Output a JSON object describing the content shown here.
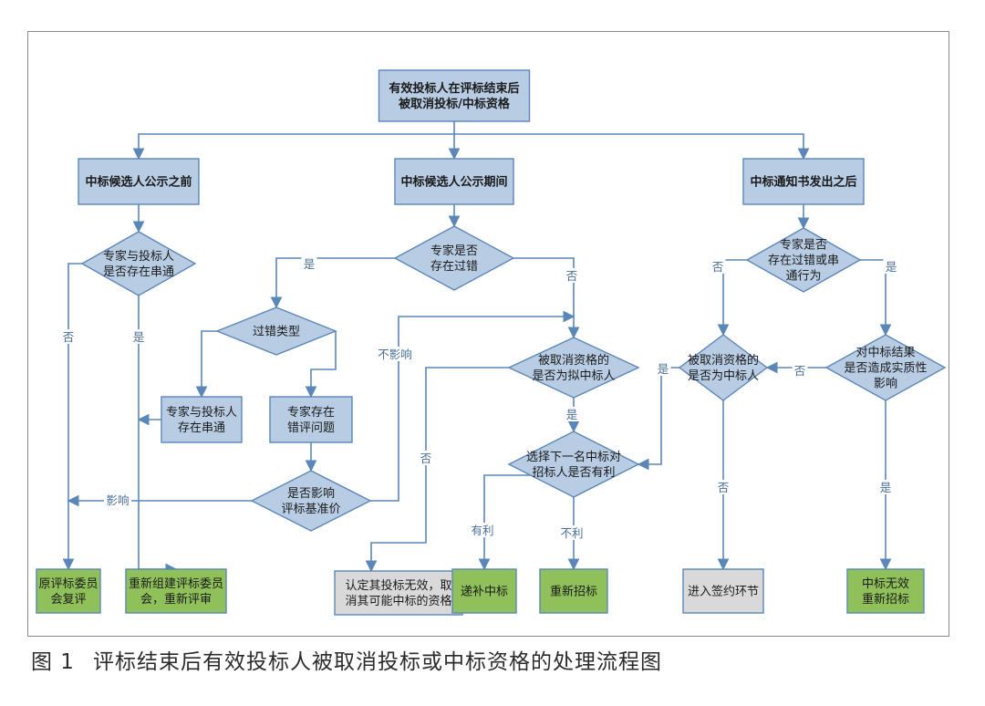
{
  "colors": {
    "box_fill": "#b8cce4",
    "box_stroke": "#5b87b8",
    "green_fill": "#8fc05a",
    "green_stroke": "#5b87b8",
    "gray_fill": "#d9d9d9",
    "line": "#5b87b8",
    "node_text": "#1a1a1a",
    "edge_label": "#4a6e96"
  },
  "nodes": [
    {
      "id": "top",
      "shape": "rect",
      "style": "blue",
      "bold": true,
      "lines": [
        "有效投标人在评标结束后",
        "被取消投标/中标资格"
      ]
    },
    {
      "id": "l1",
      "shape": "rect",
      "style": "blue",
      "bold": true,
      "lines": [
        "中标候选人公示之前"
      ]
    },
    {
      "id": "m1",
      "shape": "rect",
      "style": "blue",
      "bold": true,
      "lines": [
        "中标候选人公示期间"
      ]
    },
    {
      "id": "r1",
      "shape": "rect",
      "style": "blue",
      "bold": true,
      "lines": [
        "中标通知书发出之后"
      ]
    },
    {
      "id": "ld",
      "shape": "diamond",
      "style": "blue",
      "lines": [
        "专家与投标人",
        "是否存在串通"
      ]
    },
    {
      "id": "md",
      "shape": "diamond",
      "style": "blue",
      "lines": [
        "专家是否",
        "存在过错"
      ]
    },
    {
      "id": "rd",
      "shape": "diamond",
      "style": "blue",
      "lines": [
        "专家是否",
        "存在过错或串",
        "通行为"
      ]
    },
    {
      "id": "type",
      "shape": "diamond",
      "style": "blue",
      "lines": [
        "过错类型"
      ]
    },
    {
      "id": "col",
      "shape": "rect",
      "style": "blue",
      "lines": [
        "专家与投标人",
        "存在串通"
      ]
    },
    {
      "id": "err",
      "shape": "rect",
      "style": "blue",
      "lines": [
        "专家存在",
        "错评问题"
      ]
    },
    {
      "id": "aff",
      "shape": "diamond",
      "style": "blue",
      "lines": [
        "是否影响",
        "评标基准价"
      ]
    },
    {
      "id": "cand",
      "shape": "diamond",
      "style": "blue",
      "lines": [
        "被取消资格的",
        "是否为拟中标人"
      ]
    },
    {
      "id": "next",
      "shape": "diamond",
      "style": "blue",
      "lines": [
        "选择下一名中标对",
        "招标人是否有利"
      ]
    },
    {
      "id": "rwin",
      "shape": "diamond",
      "style": "blue",
      "lines": [
        "被取消资格的",
        "是否为中标人"
      ]
    },
    {
      "id": "impact",
      "shape": "diamond",
      "style": "blue",
      "lines": [
        "对中标结果",
        "是否造成实质性",
        "影响"
      ]
    },
    {
      "id": "e1",
      "shape": "rect",
      "style": "green",
      "lines": [
        "原评标委员",
        "会复评"
      ]
    },
    {
      "id": "e2",
      "shape": "rect",
      "style": "green",
      "lines": [
        "重新组建评标委员",
        "会，重新评审"
      ]
    },
    {
      "id": "e3",
      "shape": "rect",
      "style": "gray",
      "lines": [
        "认定其投标无效，取",
        "消其可能中标的资格"
      ]
    },
    {
      "id": "e4",
      "shape": "rect",
      "style": "green",
      "lines": [
        "递补中标"
      ]
    },
    {
      "id": "e5",
      "shape": "rect",
      "style": "green",
      "lines": [
        "重新招标"
      ]
    },
    {
      "id": "e6",
      "shape": "rect",
      "style": "gray",
      "lines": [
        "进入签约环节"
      ]
    },
    {
      "id": "e7",
      "shape": "rect",
      "style": "green",
      "lines": [
        "中标无效",
        "重新招标"
      ]
    }
  ],
  "edge_labels": [
    {
      "id": "lbl-ld-no",
      "text": "否"
    },
    {
      "id": "lbl-ld-yes",
      "text": "是"
    },
    {
      "id": "lbl-md-yes",
      "text": "是"
    },
    {
      "id": "lbl-md-no",
      "text": "否"
    },
    {
      "id": "lbl-noaffect",
      "text": "不影响"
    },
    {
      "id": "lbl-affect",
      "text": "影响"
    },
    {
      "id": "lbl-cand-no",
      "text": "否"
    },
    {
      "id": "lbl-cand-yes",
      "text": "是"
    },
    {
      "id": "lbl-next-fav",
      "text": "有利"
    },
    {
      "id": "lbl-next-unfav",
      "text": "不利"
    },
    {
      "id": "lbl-rd-no",
      "text": "否"
    },
    {
      "id": "lbl-rd-yes",
      "text": "是"
    },
    {
      "id": "lbl-rwin-yes",
      "text": "是"
    },
    {
      "id": "lbl-impact-no",
      "text": "否"
    },
    {
      "id": "lbl-rwin-no",
      "text": "否"
    },
    {
      "id": "lbl-impact-yes",
      "text": "是"
    }
  ],
  "caption": {
    "number": "图 1",
    "text": "评标结束后有效投标人被取消投标或中标资格的处理流程图"
  }
}
